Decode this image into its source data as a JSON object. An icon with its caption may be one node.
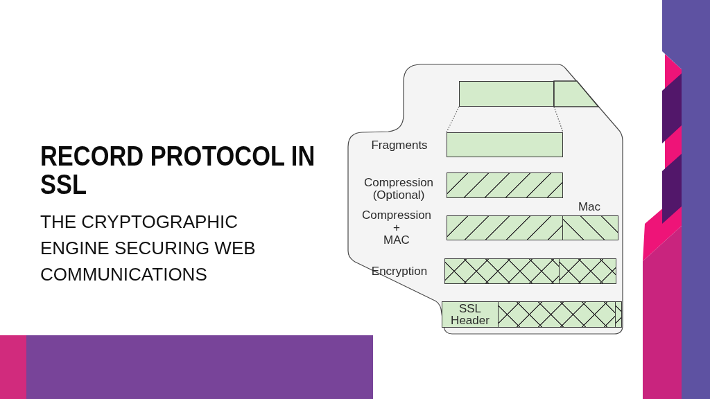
{
  "diagram": {
    "title": "RECORD PROTOCOL IN SSL",
    "nodes": [
      {
        "text": [],
        "shape": "bar"
      },
      {
        "text": [],
        "shape": "bar"
      },
      {
        "text": [],
        "shape": "bar",
        "beside": [
          "Fragments"
        ]
      },
      {
        "text": [],
        "shape": "bar",
        "beside": [
          "Compression (Optional)"
        ]
      },
      {
        "text": [],
        "shape": "bar",
        "beside": [
          "Compression + MAC"
        ]
      },
      {
        "text": [],
        "shape": "bar",
        "beside": [
          "Mac"
        ]
      },
      {
        "text": [],
        "shape": "bar",
        "beside": [
          "Encryption"
        ]
      },
      {
        "text": [],
        "shape": "bar"
      },
      {
        "text": [
          "SSL Header"
        ]
      },
      {
        "text": [],
        "shape": "bar"
      },
      {
        "text": [],
        "shape": "bar"
      }
    ],
    "edges": [
      {
        "from": 0,
        "to": 2,
        "arrow": "none",
        "style": "dashed"
      },
      {
        "from": 0,
        "to": 2,
        "arrow": "none",
        "style": "dashed"
      }
    ],
    "labels": [
      "THE CRYPTOGRAPHIC ENGINE SECURING WEB COMMUNICATIONS"
    ]
  }
}
